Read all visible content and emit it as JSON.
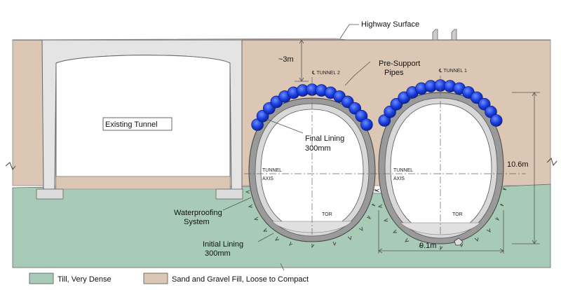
{
  "labels": {
    "highway_surface": "Highway Surface",
    "cover_depth": "~3m",
    "pre_support_line1": "Pre-Support",
    "pre_support_line2": "Pipes",
    "tunnel2_centerline": "℄ TUNNEL 2",
    "tunnel1_centerline": "℄ TUNNEL 1",
    "existing_tunnel": "Existing Tunnel",
    "final_lining_line1": "Final Lining",
    "final_lining_line2": "300mm",
    "tunnel_axis_left_1": "TUNNEL",
    "tunnel_axis_left_2": "AXIS",
    "tunnel_axis_right_1": "TUNNEL",
    "tunnel_axis_right_2": "AXIS",
    "height_dim": "10.6m",
    "waterproofing_line1": "Waterproofing",
    "waterproofing_line2": "System",
    "tor_left": "TOR",
    "tor_right": "TOR",
    "initial_lining_line1": "Initial Lining",
    "initial_lining_line2": "300mm",
    "width_dim": "9.1m"
  },
  "legend": [
    {
      "label": "Till, Very Dense",
      "color": "#a8cbb8"
    },
    {
      "label": "Sand and Gravel Fill, Loose to Compact",
      "color": "#dcc7b5"
    }
  ],
  "colors": {
    "fill": "#dcc7b5",
    "till": "#a8cbb8",
    "lining": "#9a9a9a",
    "pipe": "#1a3fe0"
  }
}
